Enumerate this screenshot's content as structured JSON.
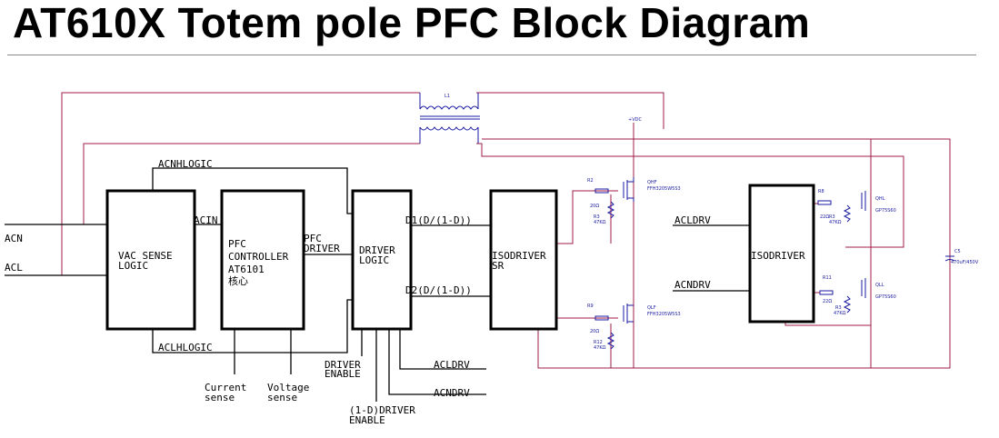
{
  "title": "AT610X Totem pole PFC Block Diagram",
  "signals": {
    "acn_input": "ACN",
    "acl_input": "ACL",
    "acnhlogic": "ACNHLOGIC",
    "aclhlogic": "ACLHLOGIC",
    "acin": "ACIN",
    "pfc_driver_1": "PFC",
    "pfc_driver_2": "DRIVER",
    "d1": "D1(D/(1-D))",
    "d2": "D2(D/(1-D))",
    "acldrv_out": "ACLDRV",
    "acndrv_out": "ACNDRV",
    "acldrv_in": "ACLDRV",
    "acndrv_in": "ACNDRV"
  },
  "blocks": {
    "vac_sense": [
      "VAC SENSE",
      "LOGIC"
    ],
    "pfc_controller": [
      "PFC",
      "CONTROLLER",
      "AT6101",
      "核心"
    ],
    "driver_logic": [
      "DRIVER",
      "LOGIC"
    ],
    "isodriver_sr": [
      "ISODRIVER",
      "SR"
    ],
    "isodriver_2": "ISODRIVER"
  },
  "inputs": {
    "current_sense": [
      "Current",
      "sense"
    ],
    "voltage_sense": [
      "Voltage",
      "sense"
    ],
    "driver_enable": [
      "DRIVER",
      "ENABLE"
    ],
    "one_minus_d_driver_enable": [
      "(1-D)DRIVER",
      "ENABLE"
    ]
  },
  "components": {
    "inductor": "L1",
    "vdc": "+VDC",
    "r2": "R2",
    "r2_val": "20Ω",
    "r3_top": "R3",
    "r3_top_val": "47KΩ",
    "qhf": "QHF",
    "qhf_part": "FFH3205W5S3",
    "r9": "R9",
    "r9_val": "20Ω",
    "r12": "R12",
    "r12_val": "47KΩ",
    "qlf": "QLF",
    "qlf_part": "FFH3205W5S3",
    "r8": "R8",
    "r8_val": "22Ω",
    "r3_right": "R3",
    "r3_right_val": "47KΩ",
    "qhl": "QHL",
    "qhl_part": "GP75S60",
    "r11": "R11",
    "r11_val": "22Ω",
    "r3_right2": "R3",
    "r3_right2_val": "47KΩ",
    "qll": "QLL",
    "qll_part": "GP75S60",
    "c5": "C5",
    "c5_val": "470uF/450V"
  }
}
